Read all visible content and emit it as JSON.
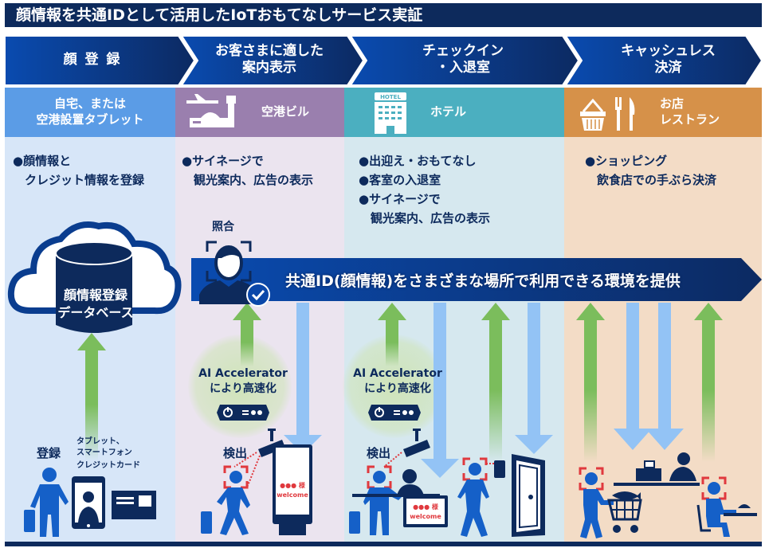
{
  "title": "顔情報を共通IDとして活用したIoTおもてなしサービス実証",
  "steps": [
    {
      "label_line1": "顔 登 録",
      "label_line2": ""
    },
    {
      "label_line1": "お客さまに適した",
      "label_line2": "案内表示"
    },
    {
      "label_line1": "チェックイン",
      "label_line2": "・入退室"
    },
    {
      "label_line1": "キャッシュレス",
      "label_line2": "決済"
    }
  ],
  "columns": [
    {
      "header_line1": "自宅、または",
      "header_line2": "空港設置タブレット",
      "header_color": "#5b9ce6",
      "body_color": "#d7e6f8",
      "bullets": [
        "●顔情報と",
        "　クレジット情報を登録"
      ]
    },
    {
      "header_line1": "空港ビル",
      "header_color": "#9a7fae",
      "body_color": "#ebe4ef",
      "bullets": [
        "●サイネージで",
        "　観光案内、広告の表示"
      ]
    },
    {
      "header_line1": "ホテル",
      "header_color": "#4bafc0",
      "body_color": "#d6e8ef",
      "bullets": [
        "●出迎え・おもてなし",
        "●客室の入退室",
        "●サイネージで",
        "　観光案内、広告の表示"
      ]
    },
    {
      "header_line1": "お店",
      "header_line2": "レストラン",
      "header_color": "#d69149",
      "body_color": "#f3dcc6",
      "bullets": [
        "●ショッピング",
        "　飲食店での手ぶら決済"
      ]
    }
  ],
  "icons": {
    "hotel_sign": "HOTEL"
  },
  "database": {
    "line1": "顔情報登録",
    "line2": "データベース"
  },
  "banner": {
    "text": "共通ID(顔情報)をさまざまな場所で利用できる環境を提供"
  },
  "labels": {
    "matching": "照合",
    "accelerator_line1": "AI Accelerator",
    "accelerator_line2": "により高速化",
    "detection": "検出",
    "registration": "登録",
    "device_line1": "タブレット、",
    "device_line2": "スマートフォン",
    "credit_card": "クレジットカード",
    "signage_name": "●●● 様",
    "signage_welcome": "welcome"
  },
  "colors": {
    "navy": "#0d2a5c",
    "blue": "#0a47a9",
    "person": "#1560c8",
    "up_arrow": "#7bbd5c",
    "down_arrow": "#93c3f5",
    "detect_frame": "#e0393e"
  }
}
